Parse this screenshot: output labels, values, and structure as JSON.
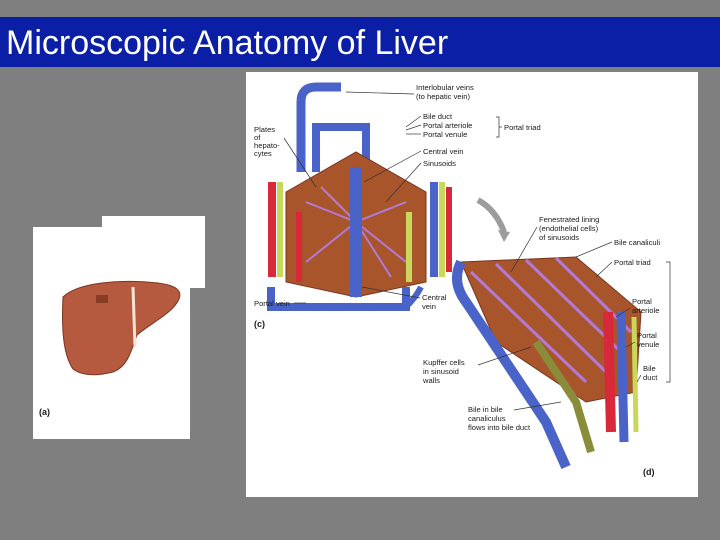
{
  "slide": {
    "title": "Microscopic Anatomy of Liver"
  },
  "colors": {
    "title_bar": "#0a1fa6",
    "background": "#7f7f7f",
    "vein_blue": "#4a63c8",
    "artery_red": "#d9283a",
    "bile_green": "#c9d85a",
    "liver_tissue": "#a8552c",
    "sinusoid_purple": "#b27ad6"
  },
  "panel_a": {
    "label": "(a)"
  },
  "panel_c": {
    "label": "(c)",
    "labels": {
      "interlobular_veins": [
        "Interlobular veins",
        "(to hepatic vein)"
      ],
      "bile_duct": "Bile duct",
      "portal_arteriole": "Portal arteriole",
      "portal_venule": "Portal venule",
      "portal_triad": "Portal triad",
      "plates": [
        "Plates",
        "of",
        "hepato-",
        "cytes"
      ],
      "central_vein": "Central vein",
      "sinusoids": "Sinusoids",
      "portal_vein": "Portal vein",
      "central_vein_2": [
        "Central",
        "vein"
      ]
    }
  },
  "panel_d": {
    "label": "(d)",
    "labels": {
      "fenestrated": [
        "Fenestrated lining",
        "(endothelial cells)",
        "of sinusoids"
      ],
      "bile_canaliculi": "Bile canaliculi",
      "portal_triad": "Portal triad",
      "portal_arteriole": [
        "Portal",
        "arteriole"
      ],
      "portal_venule": [
        "Portal",
        "venule"
      ],
      "bile_duct": [
        "Bile",
        "duct"
      ],
      "kupffer": [
        "Kupffer cells",
        "in sinusoid",
        "walls"
      ],
      "bile_flow": [
        "Bile in bile",
        "canaliculus",
        "flows into bile duct"
      ]
    }
  }
}
